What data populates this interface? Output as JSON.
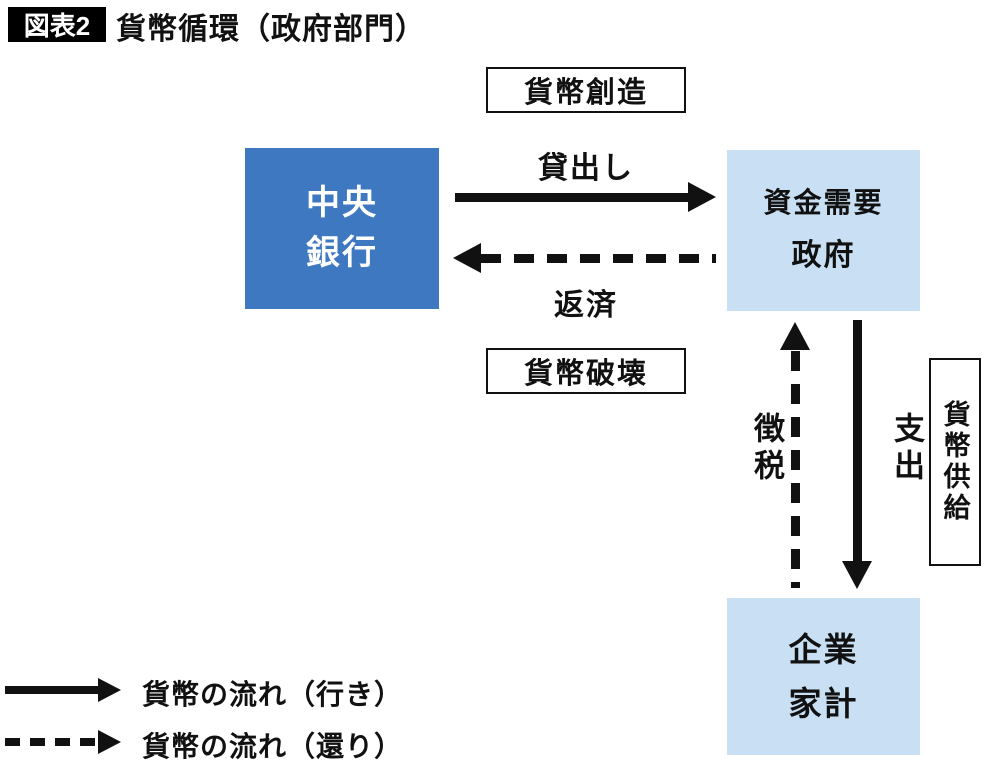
{
  "figure": {
    "tag": "図表2",
    "title": "貨幣循環（政府部門）"
  },
  "nodes": {
    "central_bank": {
      "line1": "中央",
      "line2": "銀行"
    },
    "government": {
      "line1": "資金需要",
      "line2": "政府"
    },
    "firms_households": {
      "line1": "企業",
      "line2": "家計"
    }
  },
  "flows": {
    "money_creation": "貨幣創造",
    "lending": "貸出し",
    "repayment": "返済",
    "money_destruction": "貨幣破壊",
    "taxation": "徴税",
    "expenditure": "支出",
    "money_supply": "貨幣供給"
  },
  "legend": {
    "solid_label": "貨幣の流れ（行き）",
    "dashed_label": "貨幣の流れ（還り）"
  },
  "colors": {
    "central_bank_fill": "#3e78c1",
    "light_node_fill": "#c9e0f4",
    "ink": "#111111"
  }
}
